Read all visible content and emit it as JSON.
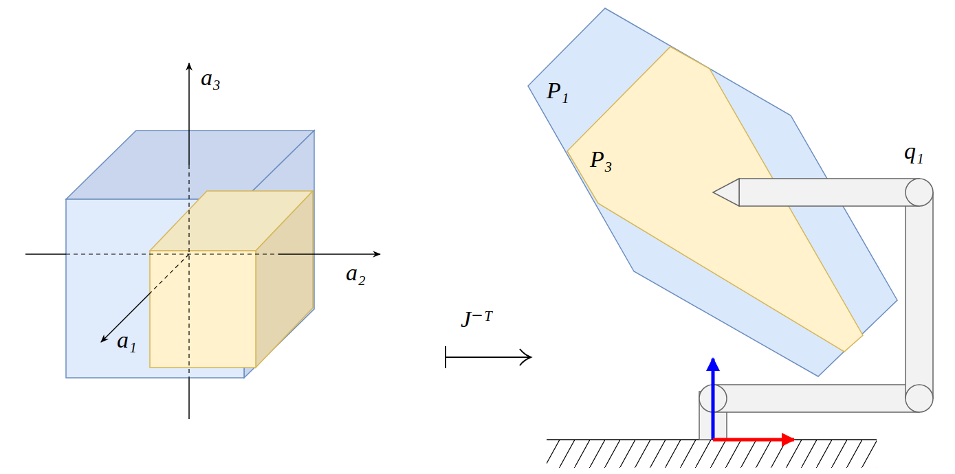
{
  "diagram": {
    "nodes": [
      {
        "text": [
          "P₁"
        ]
      },
      {
        "text": [
          "P₃"
        ],
        "in": 0
      }
    ],
    "labels": [
      "a₃",
      "a₂",
      "a₁",
      "J⁻ᵀ",
      "q₁"
    ]
  }
}
